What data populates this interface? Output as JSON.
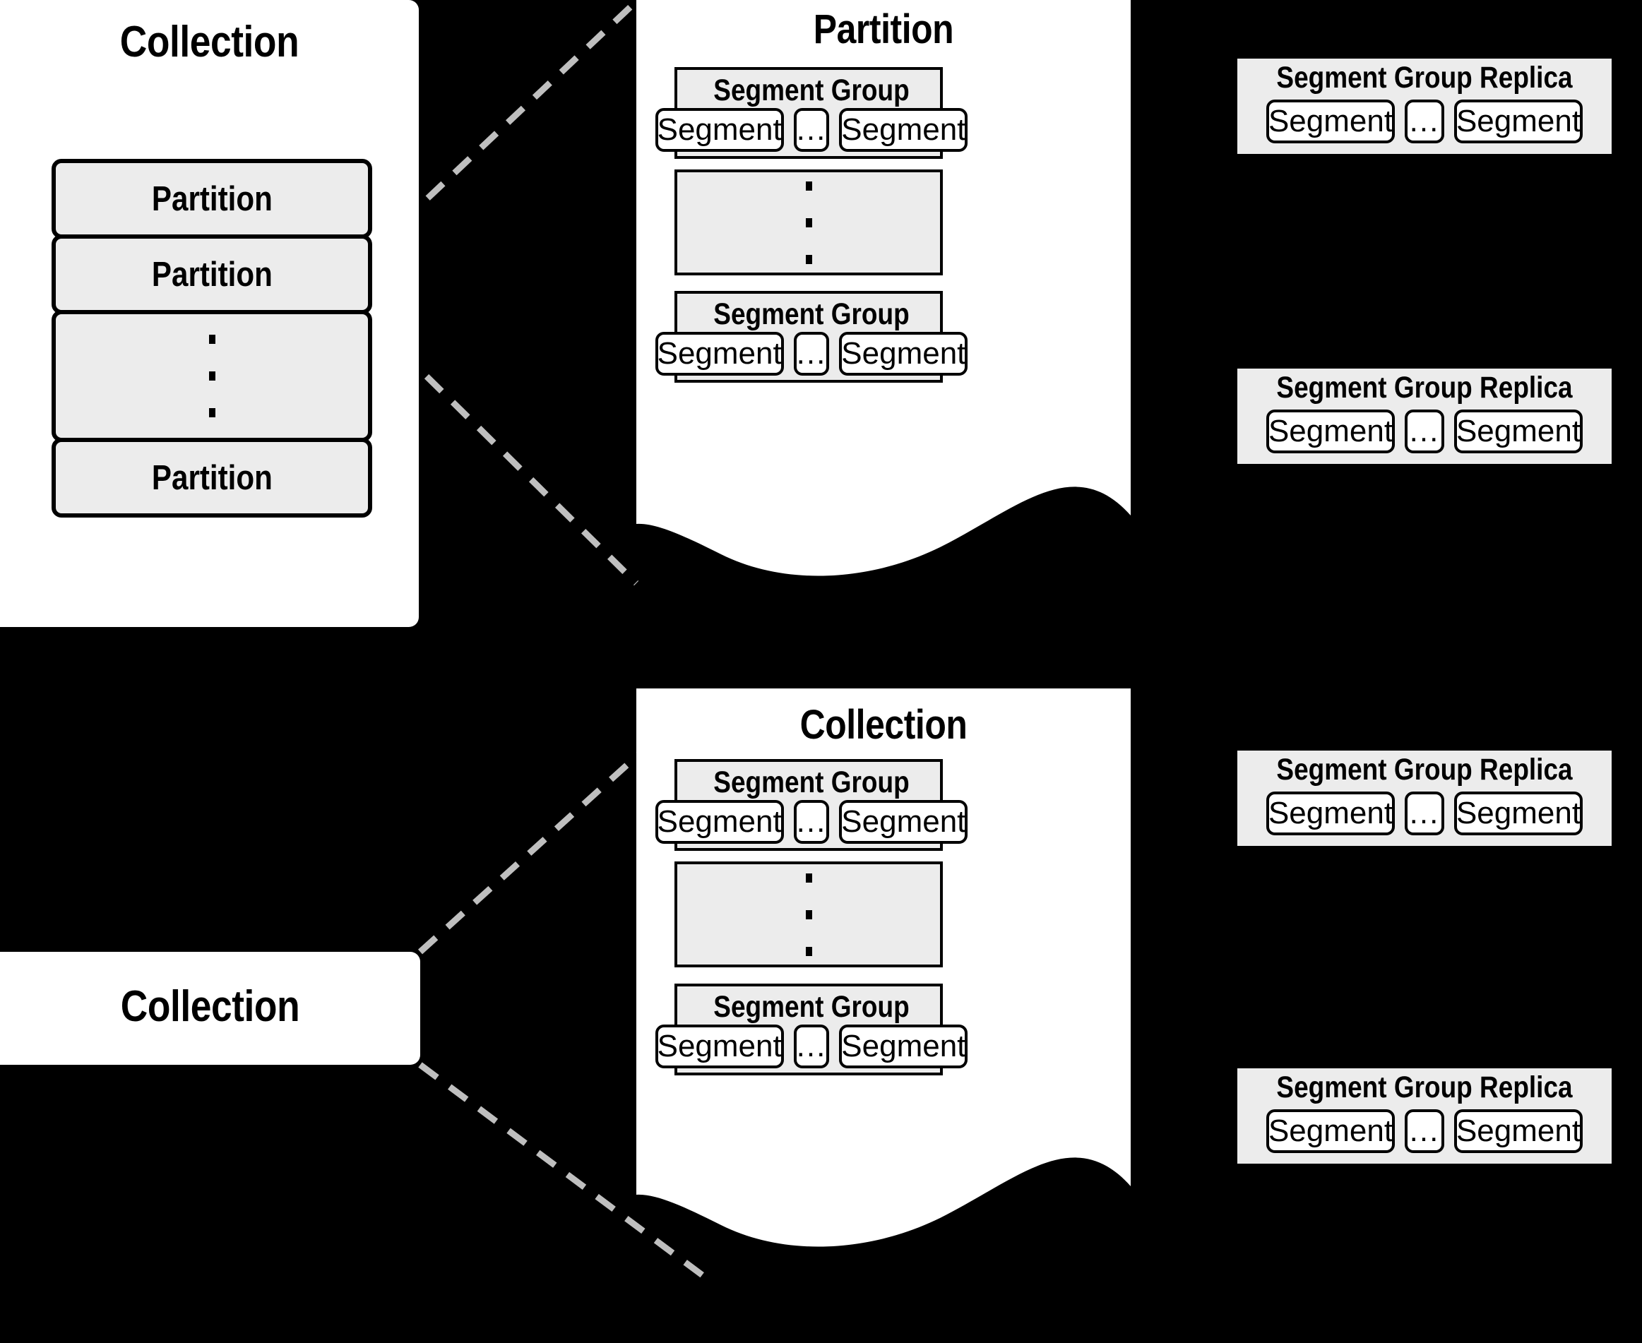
{
  "diagram": {
    "title": "Collection / Partition / Segment Group hierarchy",
    "colors": {
      "background": "#000000",
      "panel": "#ffffff",
      "block": "#ececec",
      "stroke": "#000000",
      "connector": "#bfbfbf"
    }
  },
  "left_collection": {
    "title": "Collection",
    "partitions": [
      {
        "label": "Partition",
        "kind": "labeled"
      },
      {
        "label": "Partition",
        "kind": "labeled"
      },
      {
        "label": "",
        "kind": "vertical-ellipsis"
      },
      {
        "label": "Partition",
        "kind": "labeled"
      }
    ]
  },
  "left_collection_bottom": {
    "title": "Collection"
  },
  "partition_panel": {
    "title": "Partition",
    "groups": [
      {
        "title": "Segment Group",
        "segments": [
          "Segment",
          "...",
          "Segment"
        ]
      },
      {
        "title": "",
        "kind": "vertical-ellipsis",
        "segments": []
      },
      {
        "title": "Segment Group",
        "segments": [
          "Segment",
          "...",
          "Segment"
        ]
      }
    ]
  },
  "collection_panel": {
    "title": "Collection",
    "groups": [
      {
        "title": "Segment Group",
        "segments": [
          "Segment",
          "...",
          "Segment"
        ]
      },
      {
        "title": "",
        "kind": "vertical-ellipsis",
        "segments": []
      },
      {
        "title": "Segment Group",
        "segments": [
          "Segment",
          "...",
          "Segment"
        ]
      }
    ]
  },
  "replicas": [
    {
      "title": "Segment Group Replica",
      "segments": [
        "Segment",
        "...",
        "Segment"
      ]
    },
    {
      "title": "Segment Group Replica",
      "segments": [
        "Segment",
        "...",
        "Segment"
      ]
    },
    {
      "title": "Segment Group Replica",
      "segments": [
        "Segment",
        "...",
        "Segment"
      ]
    },
    {
      "title": "Segment Group Replica",
      "segments": [
        "Segment",
        "...",
        "Segment"
      ]
    }
  ]
}
